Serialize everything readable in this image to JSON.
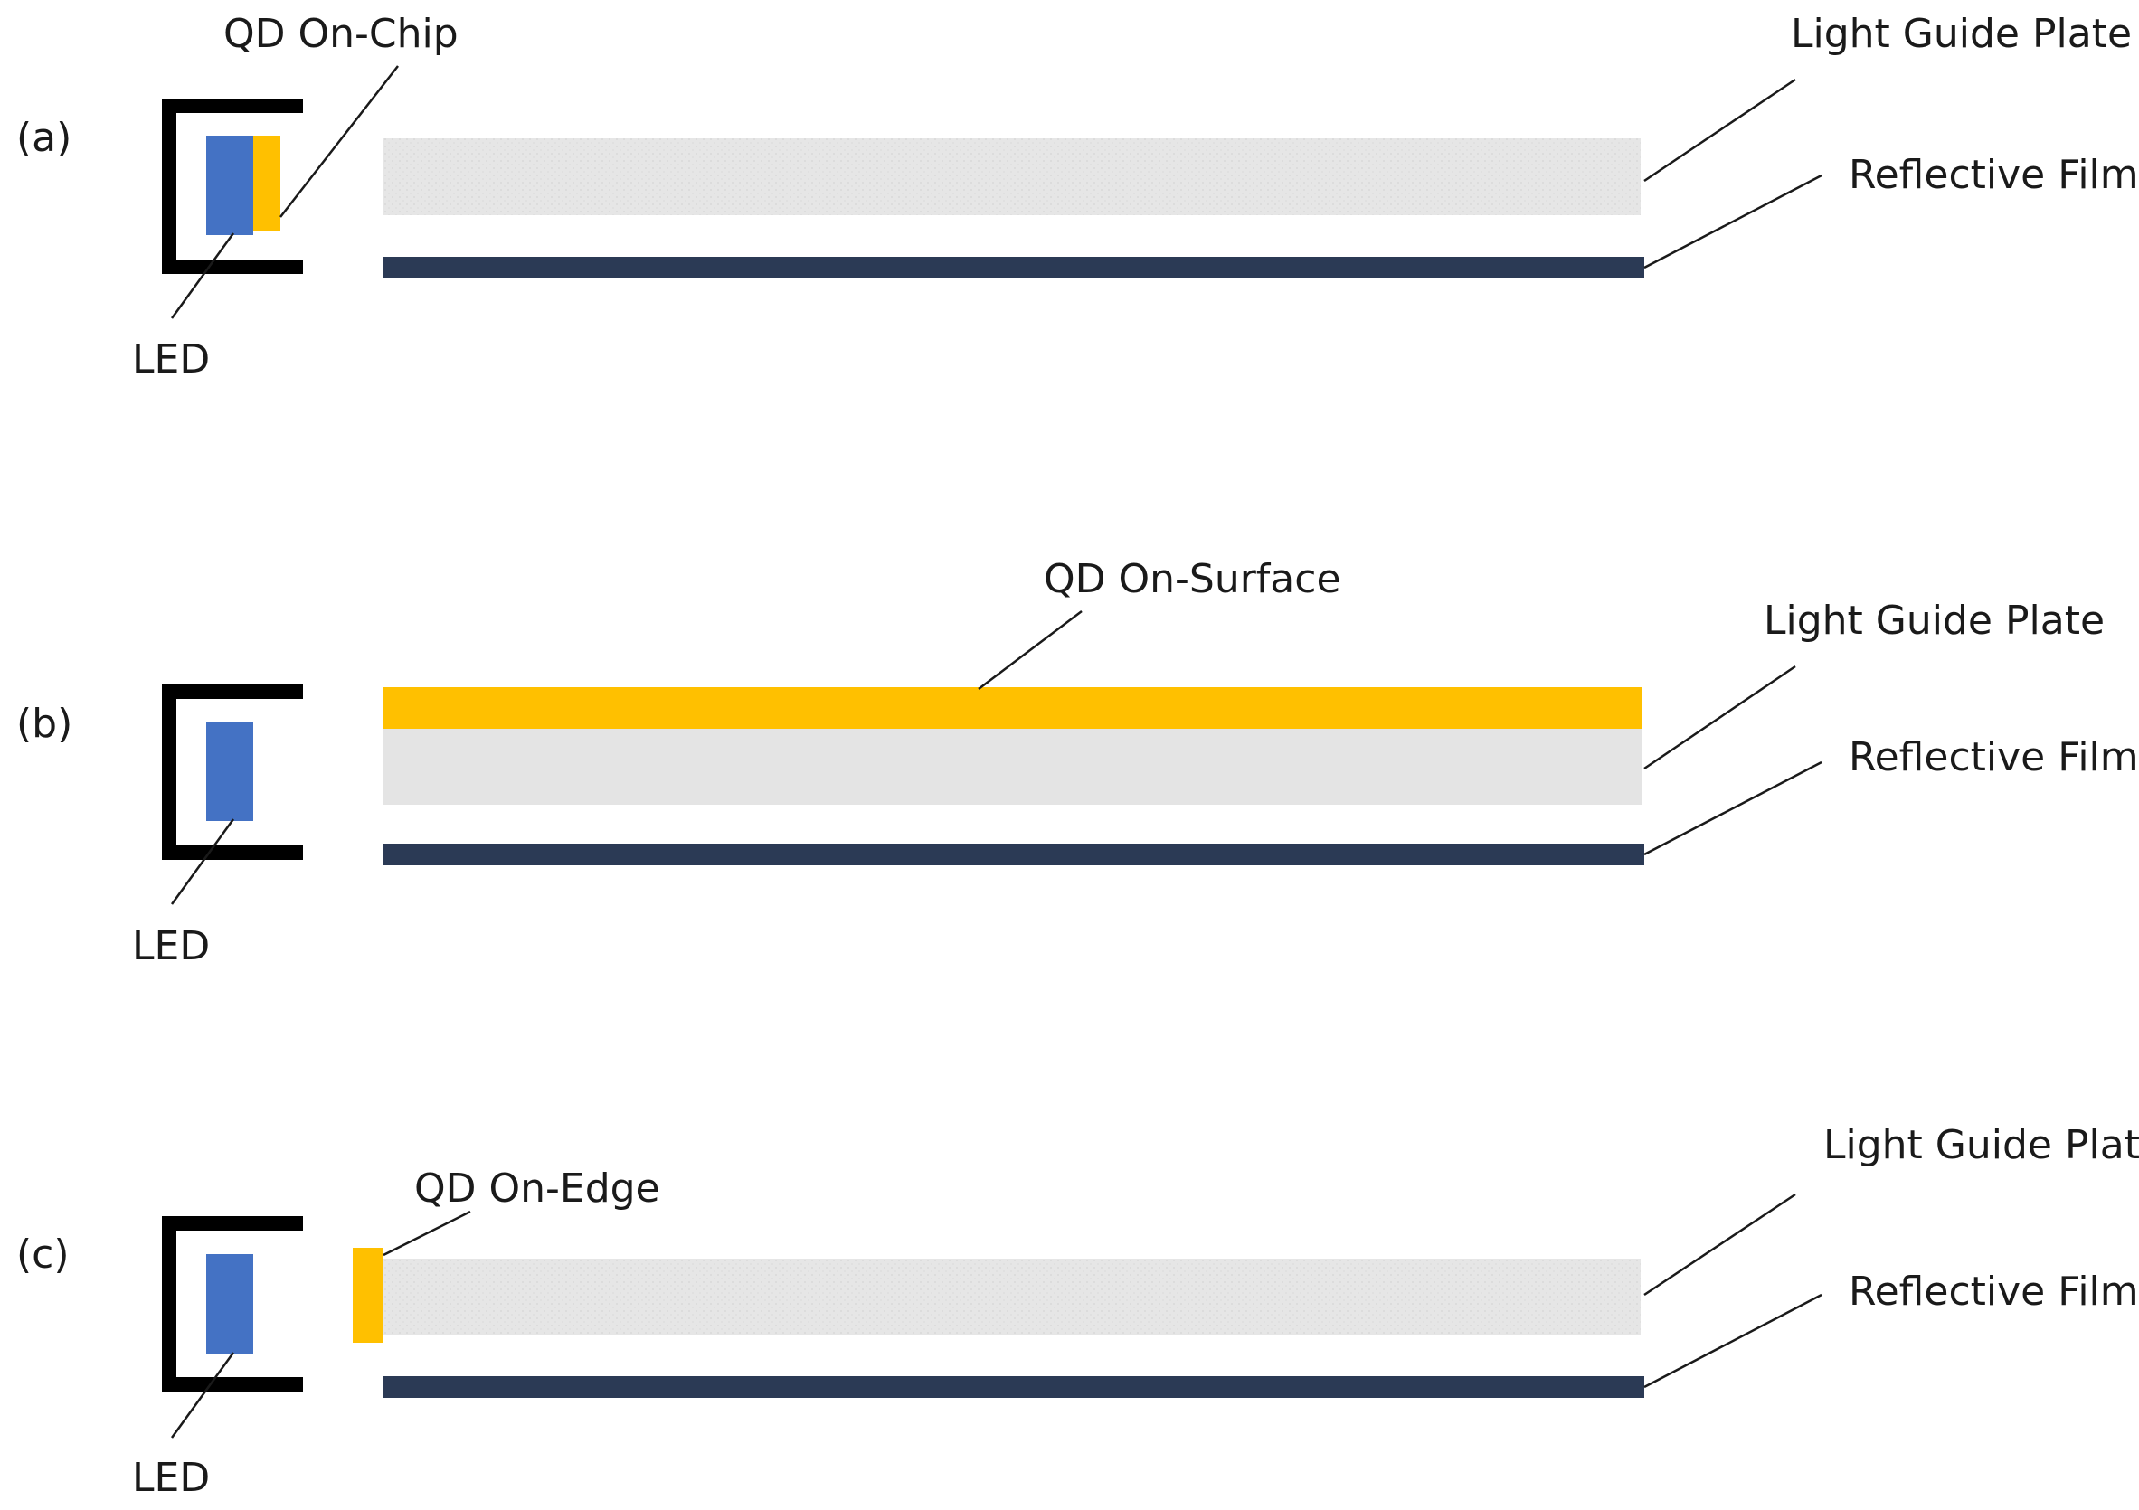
{
  "colors": {
    "housing": "#000000",
    "led": "#4472c4",
    "quantum_dot": "#ffc000",
    "light_guide_plate": "#e6e6e6",
    "reflective_film": "#2b3a55",
    "leader_line": "#1a1a1a"
  },
  "panels": [
    {
      "tag": "(a)",
      "qd_label": "QD On-Chip",
      "led_label": "LED",
      "lgp_label": "Light Guide Plate",
      "film_label": "Reflective Film"
    },
    {
      "tag": "(b)",
      "qd_label": "QD On-Surface",
      "led_label": "LED",
      "lgp_label": "Light Guide Plate",
      "film_label": "Reflective Film"
    },
    {
      "tag": "(c)",
      "qd_label": "QD On-Edge",
      "led_label": "LED",
      "lgp_label": "Light Guide Plate",
      "film_label": "Reflective Film"
    }
  ]
}
